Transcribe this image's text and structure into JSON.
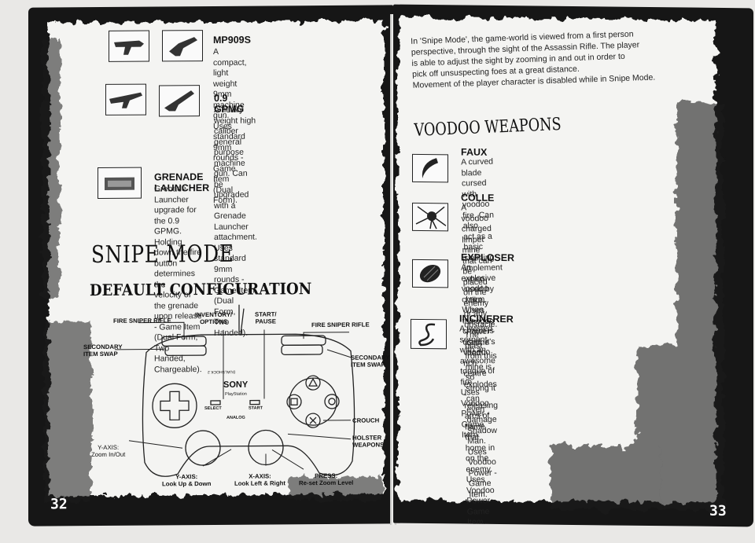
{
  "left_page": {
    "weapons": [
      {
        "title": "MP909S",
        "desc": [
          "A compact, light weight 9mm machine",
          "gun. Uses standard 9mm rounds -",
          "Game Item (Dual Form)."
        ]
      },
      {
        "title": "0.9 GPMG",
        "desc": [
          "A heavy weight high caliber general",
          "purpose machine gun. Can be",
          "upgraded with a Grenade Launcher",
          "attachment. Uses standard 9mm",
          "rounds - Game Item (Dual Form,",
          "Two Handed)."
        ]
      },
      {
        "title": "GRENADE LAUNCHER",
        "desc": [
          "Grenade Launcher upgrade for the 0.9 GPMG.",
          "Holding down the fire button determines the",
          "velocity of the grenade upon release - Game Item",
          "(Dual Form, Two Handed, Chargeable)."
        ]
      }
    ],
    "section_title": "SNIPE MODE",
    "subsection_title": "DEFAULT CONFIGURATION",
    "controller": {
      "brand": "SONY",
      "labels": {
        "fire_left": "FIRE SNIPER RIFLE",
        "inventory": "INVENTORY/\nOPTIONS",
        "start_pause": "START/\nPAUSE",
        "fire_right": "FIRE SNIPER RIFLE",
        "secondary_left": "SECONDARY\nITEM SWAP",
        "secondary_right": "SECONDARY\nITEM SWAP",
        "crouch": "CROUCH",
        "holster": "HOLSTER\nWEAPONS",
        "y_axis_zoom": "Y-AXIS:\nZoom In/Out",
        "y_axis_look": "Y-AXIS:\nLook Up & Down",
        "x_axis_look": "X-AXIS:\nLook Left & Right",
        "press_reset": "PRESS:\nRe-set Zoom Level"
      },
      "small_text": {
        "select": "SELECT",
        "start": "START",
        "analog": "ANALOG",
        "playstation": "PlayStation",
        "shock": "DUALSHOCK 2"
      }
    },
    "page_number": "32"
  },
  "right_page": {
    "intro": [
      "In 'Snipe Mode', the game-world is viewed from a first person",
      "perspective, through the sight of the Assassin Rifle. The player",
      "is able to adjust the sight by zooming in and out in order to",
      "pick off unsuspecting foes at a great distance.",
      "Movement of the player character is disabled while in Snipe Mode."
    ],
    "section_title": "VOODOO WEAPONS",
    "weapons": [
      {
        "title": "FAUX",
        "desc": [
          "A curved blade cursed with voodoo fire. Can also",
          "act as a basic slashing implement when used by",
          "Mike. Uses Voodoo Power - Game Item."
        ]
      },
      {
        "title": "COLLE",
        "desc": [
          "A voodoo charged limpet mine that can be placed",
          "on the enemy or any obstacle. The blast from this",
          "mine is so strong it can even damage Shadow",
          "Man. Uses Voodoo Power - Game Item."
        ]
      },
      {
        "title": "EXPLOSER",
        "desc": [
          "An explosive voodoo charm. When the",
          "charm is used, it's voodoo rich centre",
          "explodes - releasing arcs of flame that home in",
          "on the enemy. Uses Voodoo Power - Game Item."
        ]
      },
      {
        "title": "INCINERER",
        "desc": [
          "A twisted serpent with an awesome tongue of fire.",
          "Uses Voodoo Power - Game Item."
        ]
      }
    ],
    "page_number": "33"
  }
}
